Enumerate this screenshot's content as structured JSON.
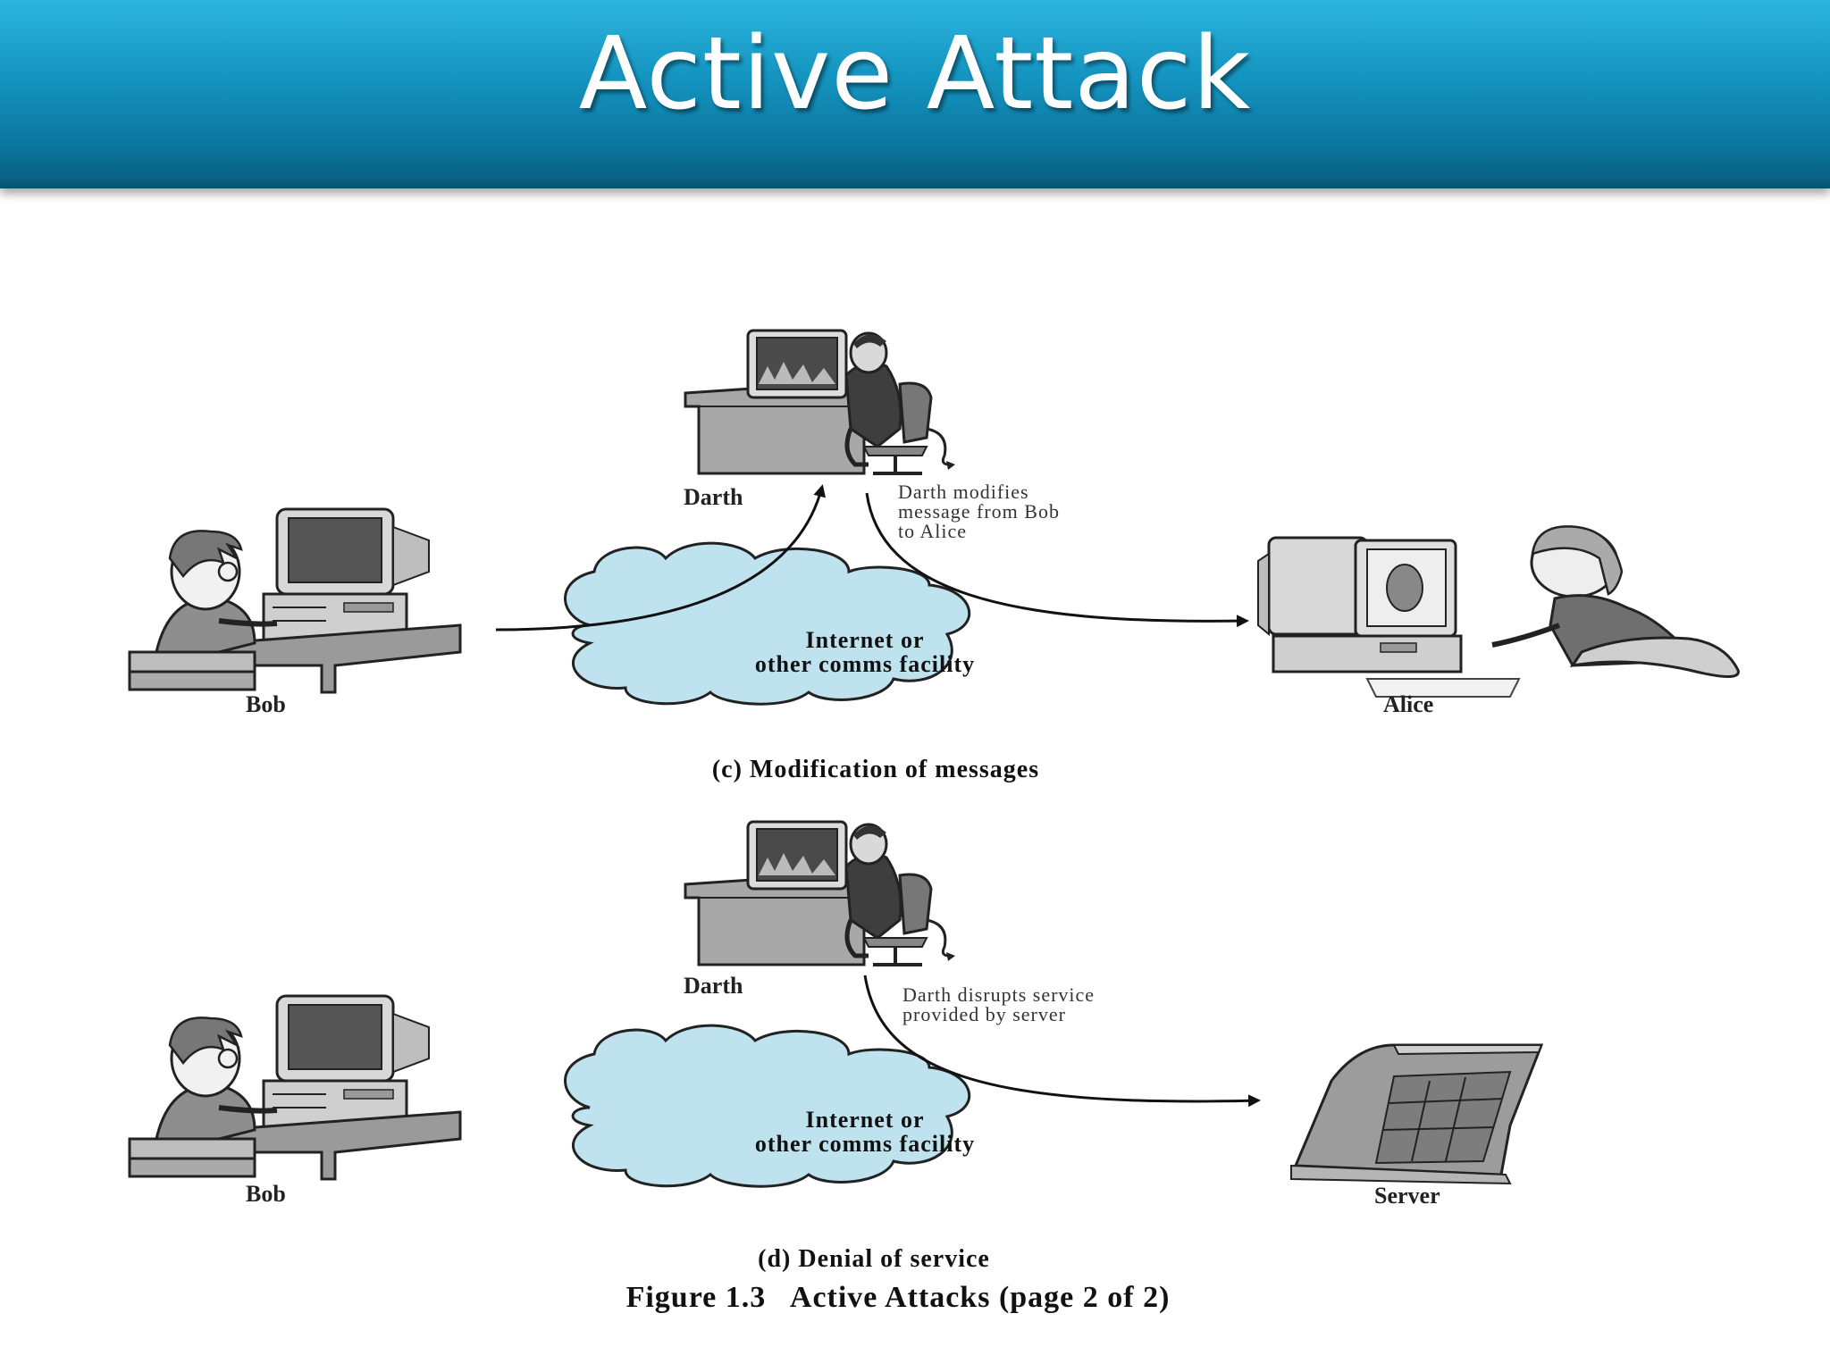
{
  "slide": {
    "title": "Active Attack"
  },
  "panel_c": {
    "darth_label": "Darth",
    "bob_label": "Bob",
    "alice_label": "Alice",
    "annotation_lines": [
      "Darth modifies",
      "message from Bob",
      "to Alice"
    ],
    "cloud_lines": [
      "Internet or",
      "other comms facility"
    ],
    "caption": "(c) Modification of messages"
  },
  "panel_d": {
    "darth_label": "Darth",
    "bob_label": "Bob",
    "server_label": "Server",
    "annotation_lines": [
      "Darth disrupts service",
      "provided by server"
    ],
    "cloud_lines": [
      "Internet or",
      "other comms facility"
    ],
    "caption": "(d) Denial of service"
  },
  "figure_caption": "Figure 1.3   Active Attacks (page 2 of 2)",
  "colors": {
    "header_top": "#2cb6de",
    "header_bottom": "#075f80",
    "cloud_fill": "#bfe3ee",
    "cloud_stroke": "#222222"
  }
}
